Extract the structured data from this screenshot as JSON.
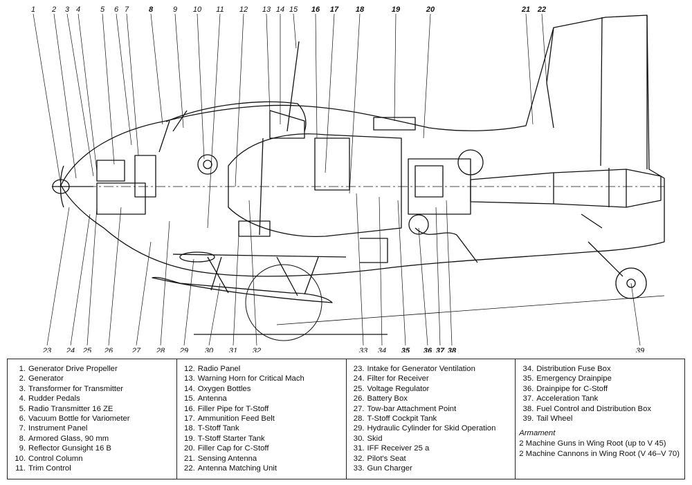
{
  "callouts": {
    "top": [
      {
        "n": "1",
        "bold": false
      },
      {
        "n": "2",
        "bold": false
      },
      {
        "n": "3",
        "bold": false
      },
      {
        "n": "4",
        "bold": false
      },
      {
        "n": "5",
        "bold": false
      },
      {
        "n": "6",
        "bold": false
      },
      {
        "n": "7",
        "bold": false
      },
      {
        "n": "8",
        "bold": true
      },
      {
        "n": "9",
        "bold": false
      },
      {
        "n": "10",
        "bold": false
      },
      {
        "n": "11",
        "bold": false
      },
      {
        "n": "12",
        "bold": false
      },
      {
        "n": "13",
        "bold": false
      },
      {
        "n": "14",
        "bold": false
      },
      {
        "n": "15",
        "bold": false
      },
      {
        "n": "16",
        "bold": true
      },
      {
        "n": "17",
        "bold": true
      },
      {
        "n": "18",
        "bold": true
      },
      {
        "n": "19",
        "bold": true
      },
      {
        "n": "20",
        "bold": true
      },
      {
        "n": "21",
        "bold": true
      },
      {
        "n": "22",
        "bold": true
      }
    ],
    "bottom": [
      {
        "n": "23",
        "bold": false
      },
      {
        "n": "24",
        "bold": false
      },
      {
        "n": "25",
        "bold": false
      },
      {
        "n": "26",
        "bold": false
      },
      {
        "n": "27",
        "bold": false
      },
      {
        "n": "28",
        "bold": false
      },
      {
        "n": "29",
        "bold": false
      },
      {
        "n": "30",
        "bold": false
      },
      {
        "n": "31",
        "bold": false
      },
      {
        "n": "32",
        "bold": false
      },
      {
        "n": "33",
        "bold": false
      },
      {
        "n": "34",
        "bold": false
      },
      {
        "n": "35",
        "bold": true
      },
      {
        "n": "36",
        "bold": true
      },
      {
        "n": "37",
        "bold": true
      },
      {
        "n": "38",
        "bold": true
      },
      {
        "n": "39",
        "bold": false
      }
    ]
  },
  "legend": {
    "columns": [
      [
        {
          "num": "1.",
          "text": "Generator Drive Propeller"
        },
        {
          "num": "2.",
          "text": "Generator"
        },
        {
          "num": "3.",
          "text": "Transformer for Transmitter"
        },
        {
          "num": "4.",
          "text": "Rudder Pedals"
        },
        {
          "num": "5.",
          "text": "Radio Transmitter 16 ZE"
        },
        {
          "num": "6.",
          "text": "Vacuum Bottle for Variometer"
        },
        {
          "num": "7.",
          "text": "Instrument Panel"
        },
        {
          "num": "8.",
          "text": "Armored Glass, 90 mm"
        },
        {
          "num": "9.",
          "text": "Reflector Gunsight 16 B"
        },
        {
          "num": "10.",
          "text": "Control Column"
        },
        {
          "num": "11.",
          "text": "Trim Control"
        }
      ],
      [
        {
          "num": "12.",
          "text": "Radio Panel"
        },
        {
          "num": "13.",
          "text": "Warning Horn for Critical Mach"
        },
        {
          "num": "14.",
          "text": "Oxygen Bottles"
        },
        {
          "num": "15.",
          "text": "Antenna"
        },
        {
          "num": "16.",
          "text": "Filler Pipe for T-Stoff"
        },
        {
          "num": "17.",
          "text": "Ammunition Feed Belt"
        },
        {
          "num": "18.",
          "text": "T-Stoff Tank"
        },
        {
          "num": "19.",
          "text": "T-Stoff Starter Tank"
        },
        {
          "num": "20.",
          "text": "Filler Cap for C-Stoff"
        },
        {
          "num": "21.",
          "text": "Sensing Antenna"
        },
        {
          "num": "22.",
          "text": "Antenna Matching Unit"
        }
      ],
      [
        {
          "num": "23.",
          "text": "Intake for Generator Ventilation"
        },
        {
          "num": "24.",
          "text": "Filter for Receiver"
        },
        {
          "num": "25.",
          "text": "Voltage Regulator"
        },
        {
          "num": "26.",
          "text": "Battery Box"
        },
        {
          "num": "27.",
          "text": "Tow-bar Attachment Point"
        },
        {
          "num": "28.",
          "text": "T-Stoff Cockpit Tank"
        },
        {
          "num": "29.",
          "text": "Hydraulic Cylinder for Skid Operation"
        },
        {
          "num": "30.",
          "text": "Skid"
        },
        {
          "num": "31.",
          "text": "IFF Receiver 25 a"
        },
        {
          "num": "32.",
          "text": "Pilot's Seat"
        },
        {
          "num": "33.",
          "text": "Gun Charger"
        }
      ],
      [
        {
          "num": "34.",
          "text": "Distribution Fuse Box"
        },
        {
          "num": "35.",
          "text": "Emergency Drainpipe"
        },
        {
          "num": "36.",
          "text": "Drainpipe for C-Stoff"
        },
        {
          "num": "37.",
          "text": "Acceleration Tank"
        },
        {
          "num": "38.",
          "text": "Fuel Control and Distribution Box"
        },
        {
          "num": "39.",
          "text": "Tail Wheel"
        }
      ]
    ],
    "armament": {
      "title": "Armament",
      "items": [
        "2 Machine Guns in Wing Root (up to V 45)",
        "2 Machine Cannons in Wing Root (V 46–V 70)"
      ]
    }
  }
}
